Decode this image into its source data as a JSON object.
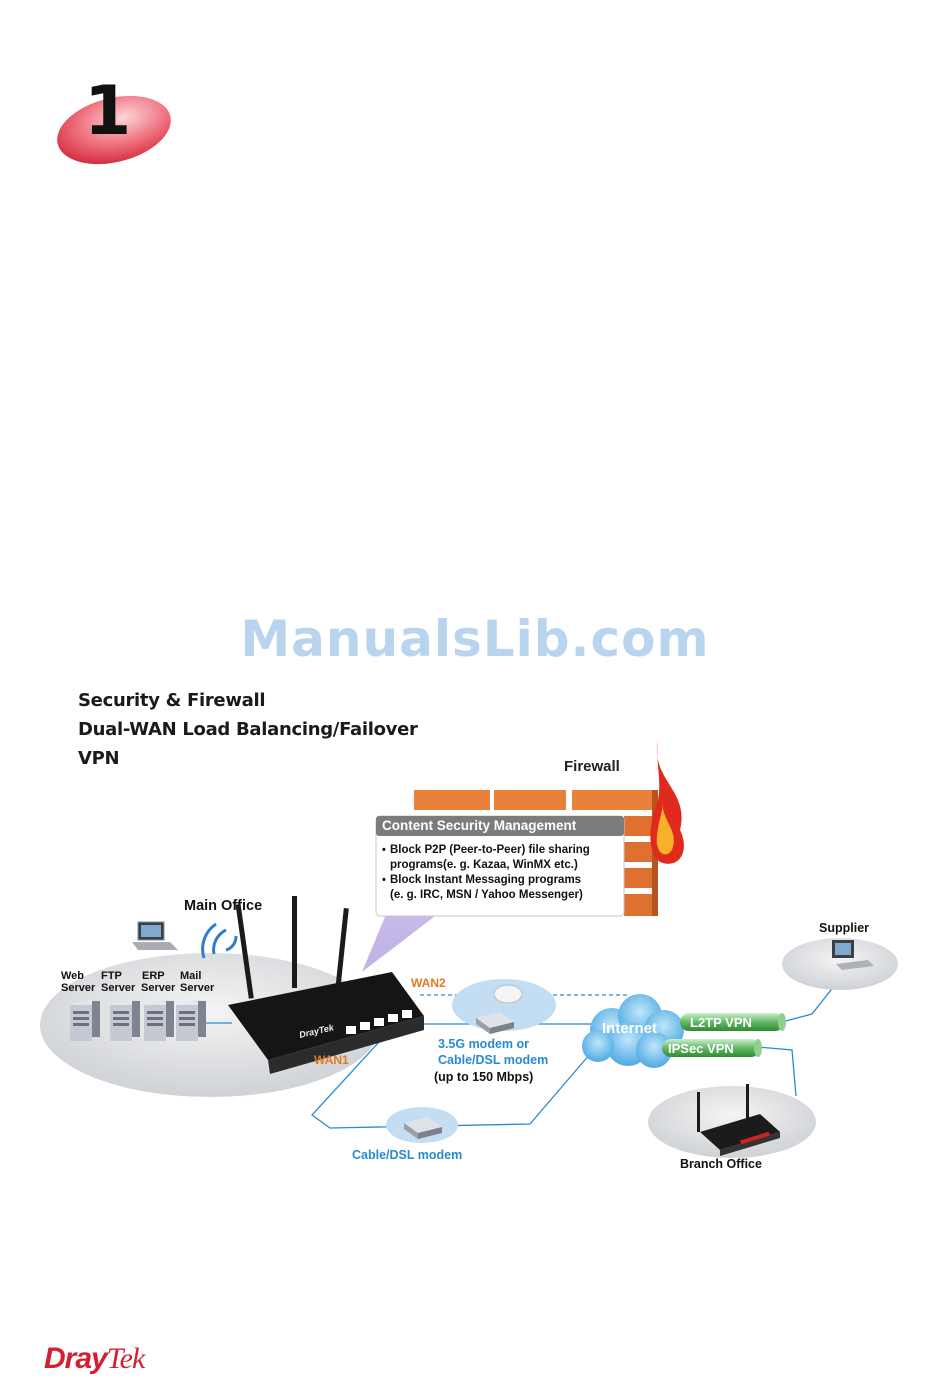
{
  "chapter": {
    "number": "1"
  },
  "watermark": "ManualsLib.com",
  "features": [
    "Security & Firewall",
    "Dual-WAN Load Balancing/Failover",
    "VPN"
  ],
  "diagram": {
    "firewall_label": "Firewall",
    "csm": {
      "title": "Content Security Management",
      "bullet1_line1": "Block P2P (Peer-to-Peer) file sharing",
      "bullet1_line2": "programs(e. g. Kazaa, WinMX etc.)",
      "bullet2_line1": "Block Instant Messaging programs",
      "bullet2_line2": "(e. g. IRC, MSN / Yahoo Messenger)"
    },
    "main_office": "Main Office",
    "servers": [
      {
        "line1": "Web",
        "line2": "Server"
      },
      {
        "line1": "FTP",
        "line2": "Server"
      },
      {
        "line1": "ERP",
        "line2": "Server"
      },
      {
        "line1": "Mail",
        "line2": "Server"
      }
    ],
    "router_brand": "DrayTek",
    "wan1": "WAN1",
    "wan2": "WAN2",
    "modem_35g_line1": "3.5G modem or",
    "modem_35g_line2": "Cable/DSL modem",
    "modem_speed": "(up to 150 Mbps)",
    "cable_dsl": "Cable/DSL modem",
    "internet": "Internet",
    "l2tp": "L2TP VPN",
    "ipsec": "IPSec VPN",
    "supplier": "Supplier",
    "branch_office": "Branch Office"
  },
  "footer": {
    "logo_part1": "Dray",
    "logo_part2": "Tek"
  },
  "colors": {
    "brand_red": "#d32030",
    "wan_orange": "#e07a20",
    "link_blue": "#2a8ad0",
    "vpn_green": "#5ab25a",
    "brick": "#e8823a"
  }
}
